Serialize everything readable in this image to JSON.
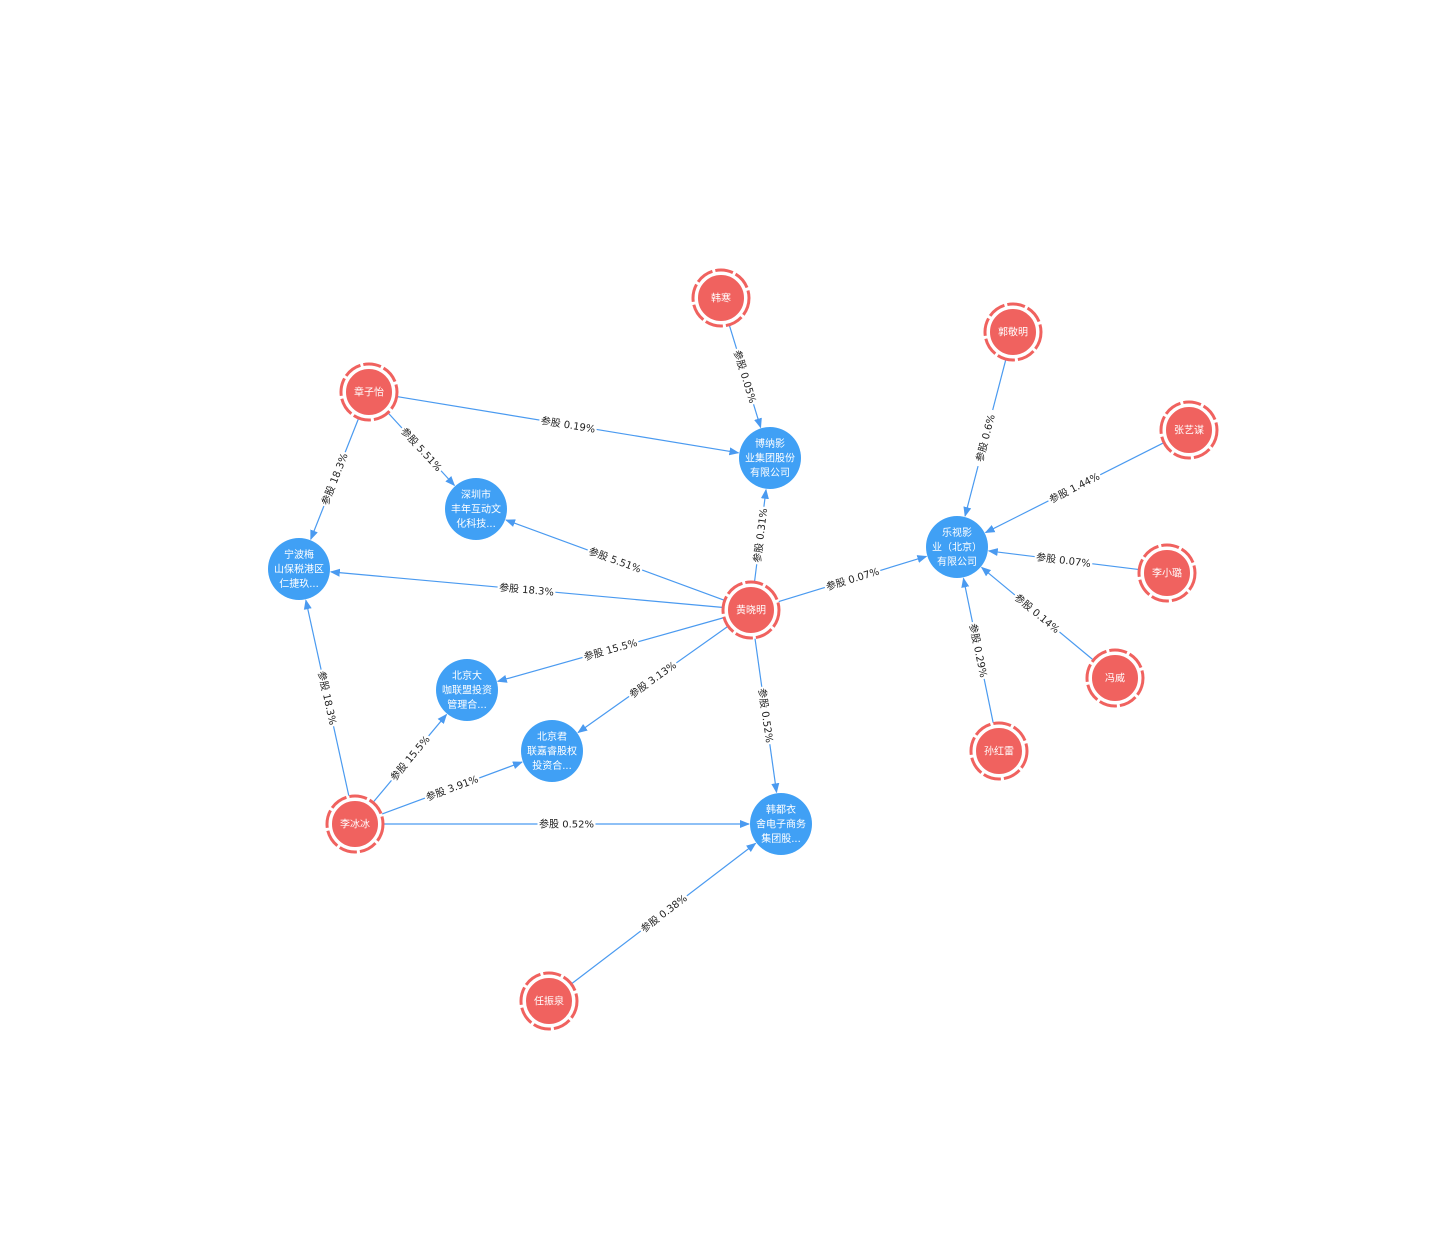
{
  "colors": {
    "person": "#f0625f",
    "company": "#40a0f5",
    "edge": "#4a9af0"
  },
  "nodes": [
    {
      "id": "hanhan",
      "type": "person",
      "lines": [
        "韩寒"
      ]
    },
    {
      "id": "zhangziyi",
      "type": "person",
      "lines": [
        "章子怡"
      ]
    },
    {
      "id": "guojingming",
      "type": "person",
      "lines": [
        "郭敬明"
      ]
    },
    {
      "id": "zhangyimou",
      "type": "person",
      "lines": [
        "张艺谋"
      ]
    },
    {
      "id": "lixiaolu",
      "type": "person",
      "lines": [
        "李小璐"
      ]
    },
    {
      "id": "fengwei",
      "type": "person",
      "lines": [
        "冯威"
      ]
    },
    {
      "id": "sunhonglei",
      "type": "person",
      "lines": [
        "孙红雷"
      ]
    },
    {
      "id": "huangxiaoming",
      "type": "person",
      "lines": [
        "黄晓明"
      ]
    },
    {
      "id": "libingbing",
      "type": "person",
      "lines": [
        "李冰冰"
      ]
    },
    {
      "id": "renzhenquan",
      "type": "person",
      "lines": [
        "任振泉"
      ]
    },
    {
      "id": "bona",
      "type": "company",
      "lines": [
        "博纳影",
        "业集团股份",
        "有限公司"
      ]
    },
    {
      "id": "shenzhen",
      "type": "company",
      "lines": [
        "深圳市",
        "丰年互动文",
        "化科技..."
      ]
    },
    {
      "id": "ningbo",
      "type": "company",
      "lines": [
        "宁波梅",
        "山保税港区",
        "仁捷玖..."
      ]
    },
    {
      "id": "leshi",
      "type": "company",
      "lines": [
        "乐视影",
        "业（北京）",
        "有限公司"
      ]
    },
    {
      "id": "dakalianmeng",
      "type": "company",
      "lines": [
        "北京大",
        "咖联盟投资",
        "管理合..."
      ]
    },
    {
      "id": "junlian",
      "type": "company",
      "lines": [
        "北京君",
        "联嘉睿股权",
        "投资合..."
      ]
    },
    {
      "id": "handuyishe",
      "type": "company",
      "lines": [
        "韩都衣",
        "舍电子商务",
        "集团股..."
      ]
    }
  ],
  "edges": [
    {
      "from": "hanhan",
      "to": "bona",
      "label": "参股 0.05%"
    },
    {
      "from": "zhangziyi",
      "to": "bona",
      "label": "参股 0.19%"
    },
    {
      "from": "zhangziyi",
      "to": "shenzhen",
      "label": "参股 5.51%"
    },
    {
      "from": "zhangziyi",
      "to": "ningbo",
      "label": "参股 18.3%"
    },
    {
      "from": "huangxiaoming",
      "to": "bona",
      "label": "参股 0.31%"
    },
    {
      "from": "huangxiaoming",
      "to": "shenzhen",
      "label": "参股 5.51%"
    },
    {
      "from": "huangxiaoming",
      "to": "ningbo",
      "label": "参股 18.3%"
    },
    {
      "from": "huangxiaoming",
      "to": "leshi",
      "label": "参股 0.07%"
    },
    {
      "from": "huangxiaoming",
      "to": "dakalianmeng",
      "label": "参股 15.5%"
    },
    {
      "from": "huangxiaoming",
      "to": "junlian",
      "label": "参股 3.13%"
    },
    {
      "from": "huangxiaoming",
      "to": "handuyishe",
      "label": "参股 0.52%"
    },
    {
      "from": "guojingming",
      "to": "leshi",
      "label": "参股 0.6%"
    },
    {
      "from": "zhangyimou",
      "to": "leshi",
      "label": "参股 1.44%"
    },
    {
      "from": "lixiaolu",
      "to": "leshi",
      "label": "参股 0.07%"
    },
    {
      "from": "fengwei",
      "to": "leshi",
      "label": "参股 0.14%"
    },
    {
      "from": "sunhonglei",
      "to": "leshi",
      "label": "参股 0.29%"
    },
    {
      "from": "libingbing",
      "to": "ningbo",
      "label": "参股 18.3%"
    },
    {
      "from": "libingbing",
      "to": "dakalianmeng",
      "label": "参股 15.5%"
    },
    {
      "from": "libingbing",
      "to": "junlian",
      "label": "参股 3.91%"
    },
    {
      "from": "libingbing",
      "to": "handuyishe",
      "label": "参股 0.52%"
    },
    {
      "from": "renzhenquan",
      "to": "handuyishe",
      "label": "参股 0.38%"
    }
  ]
}
